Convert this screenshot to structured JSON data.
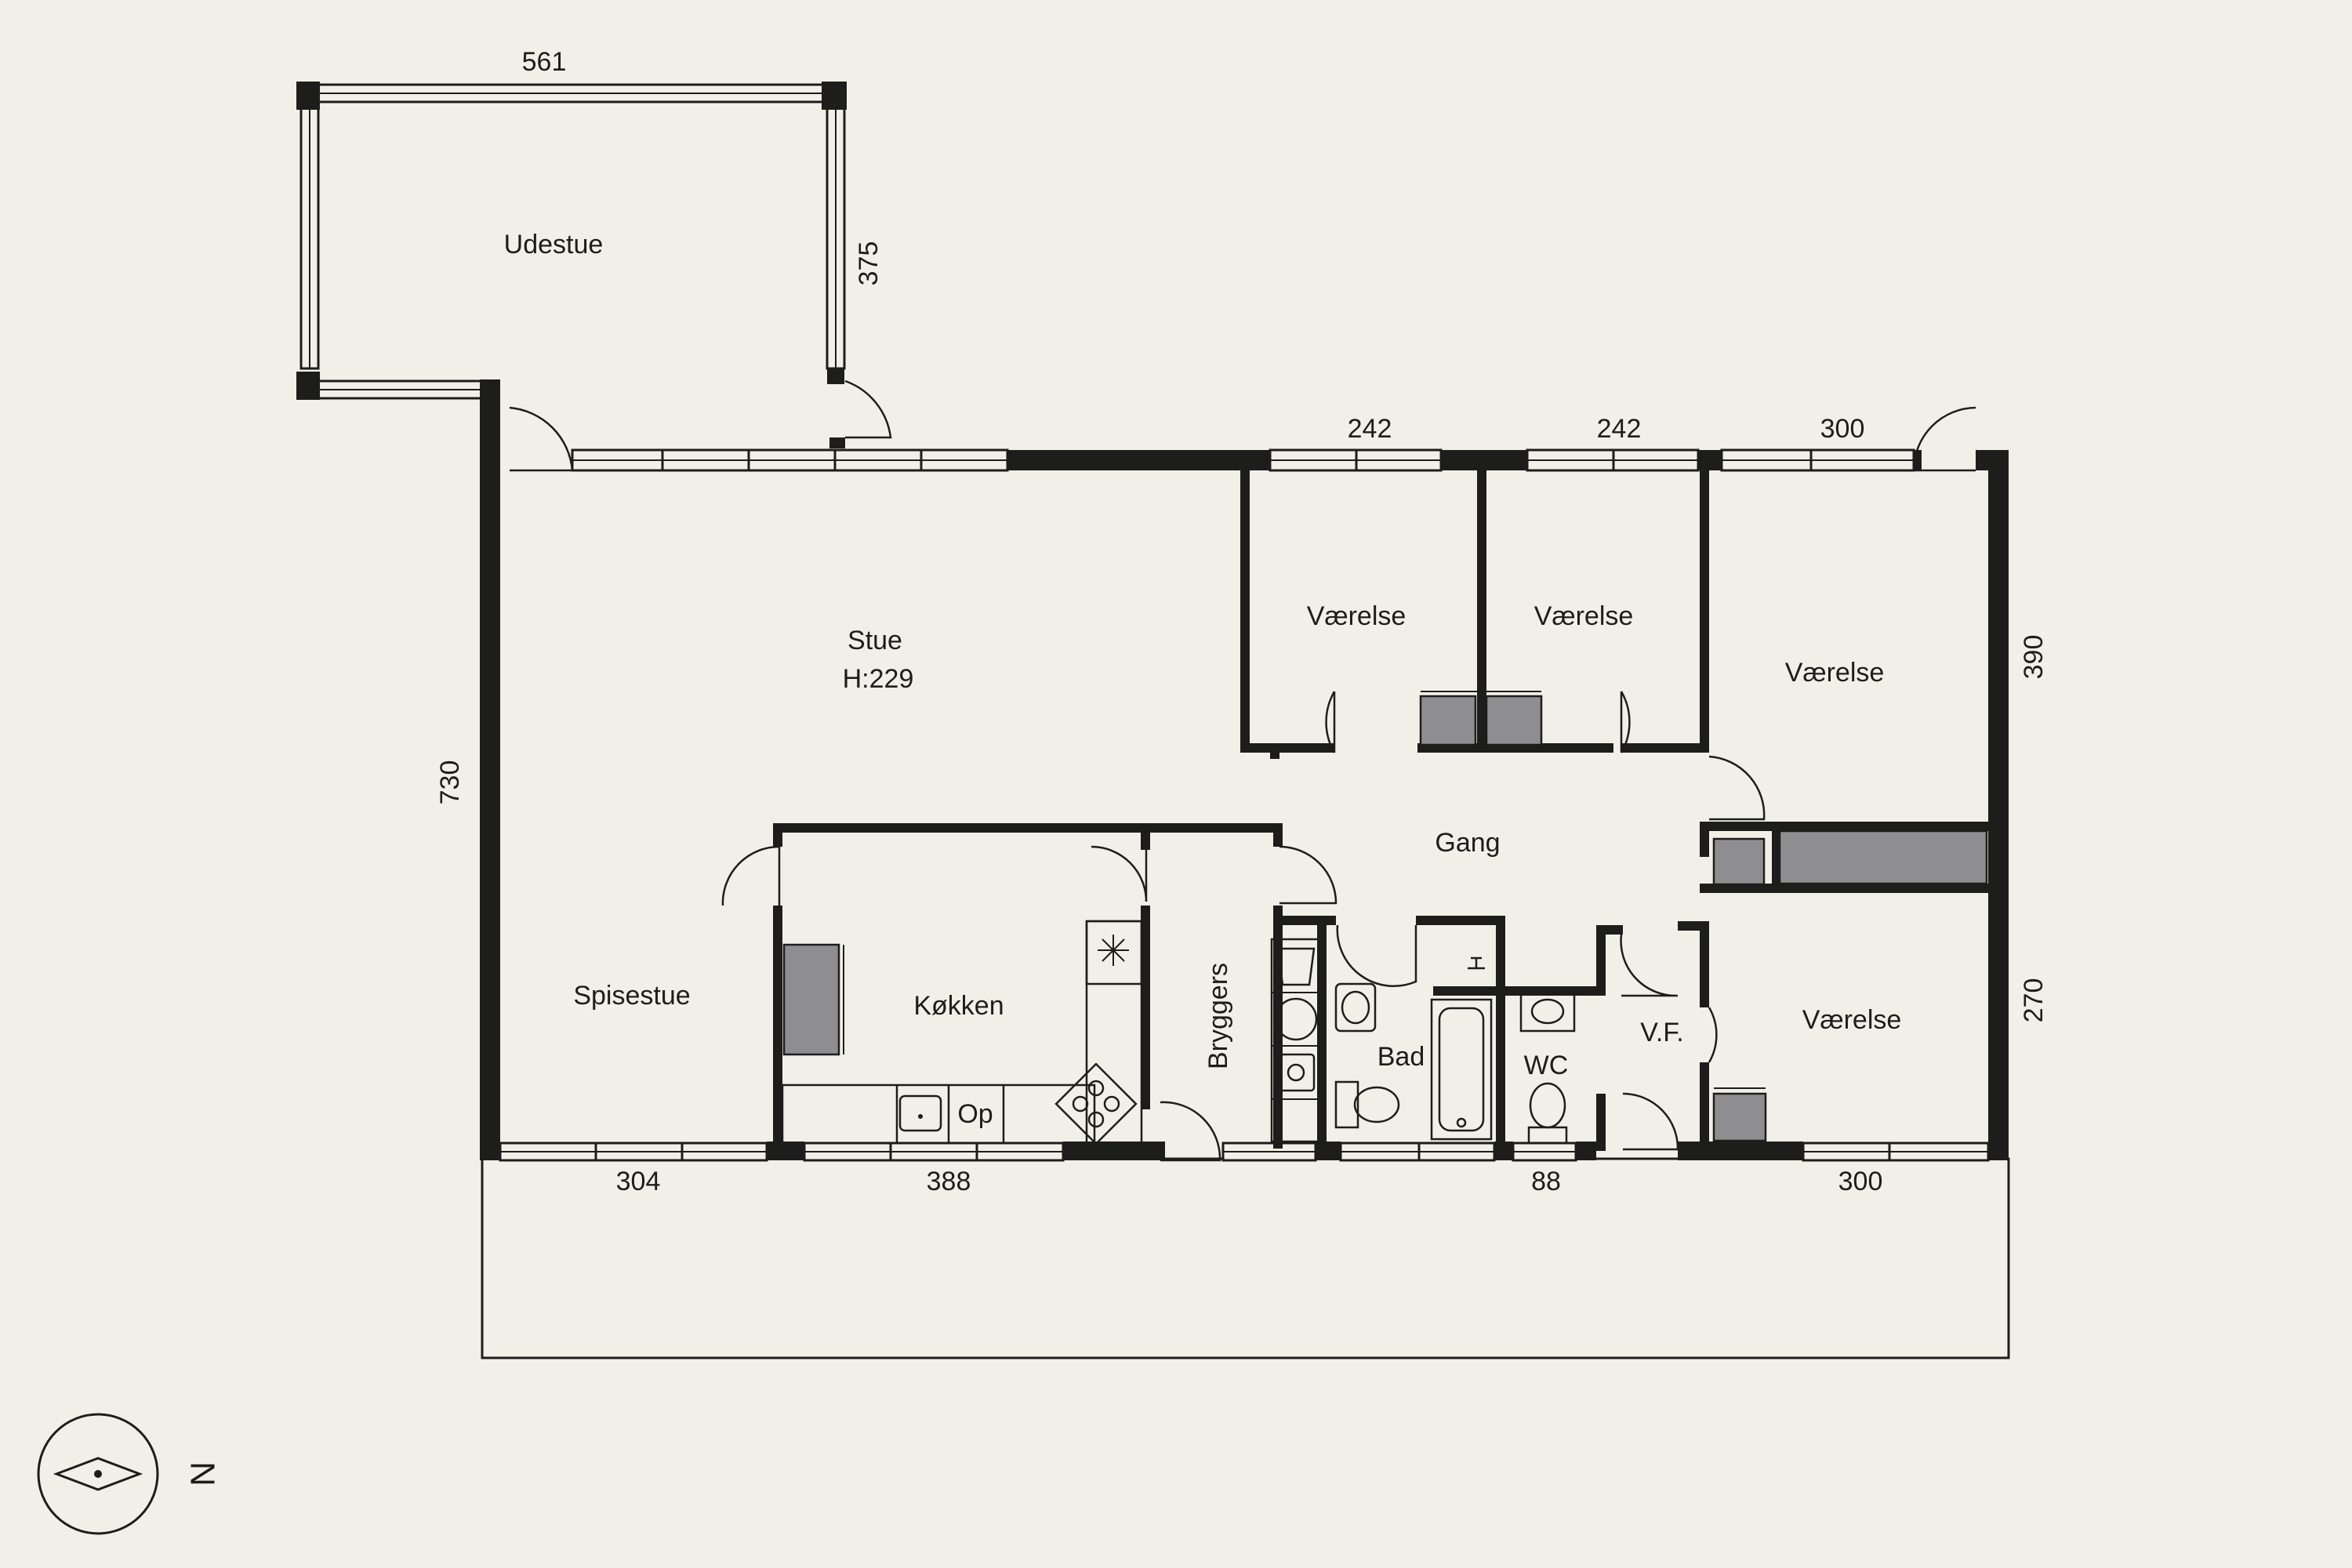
{
  "rooms": {
    "udestue": "Udestue",
    "stue": "Stue",
    "stue_height": "H:229",
    "vaerelse_1": "Værelse",
    "vaerelse_2": "Værelse",
    "vaerelse_3": "Værelse",
    "vaerelse_4": "Værelse",
    "gang": "Gang",
    "spisestue": "Spisestue",
    "koekken": "Køkken",
    "op": "Op",
    "bryggers": "Bryggers",
    "bad": "Bad",
    "wc": "WC",
    "vf": "V.F."
  },
  "dimensions": {
    "udestue_width": "561",
    "udestue_depth": "375",
    "house_depth": "730",
    "room1_width": "242",
    "room2_width": "242",
    "room3_width": "300",
    "room3_depth": "390",
    "room4_depth": "270",
    "bottom_1": "304",
    "bottom_2": "388",
    "bottom_3": "88",
    "bottom_4": "300"
  },
  "compass": {
    "north_label": "N",
    "icon": "compass-icon"
  },
  "colors": {
    "background": "#f1f0e8",
    "wall": "#1d1d1b",
    "cabinet": "#8e8d8f"
  }
}
